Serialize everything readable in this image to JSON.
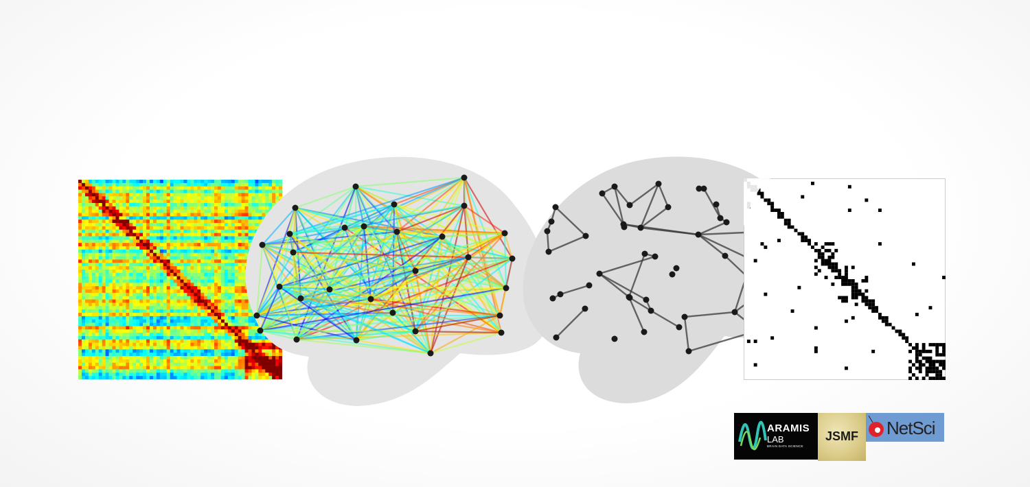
{
  "logos": {
    "aramis": {
      "name": "ARAMIS",
      "sub": "LAB",
      "tagline": "BRAIN DATA SCIENCE",
      "accent": "#2ec4b6"
    },
    "jsmf": {
      "name": "JSMF"
    },
    "netsci": {
      "name": "NetSci",
      "accent": "#e0232a"
    }
  },
  "colors": {
    "brain_silhouette": "#dcdcdc",
    "node": "#1a1a1a",
    "edge_gray": "#3a3a3a"
  }
}
